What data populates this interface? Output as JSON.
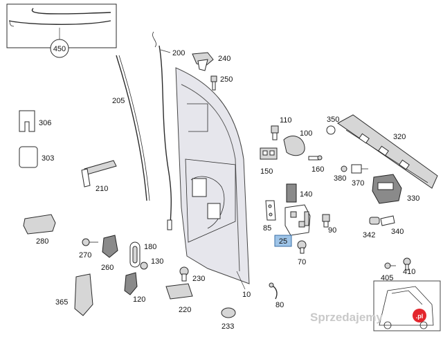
{
  "diagram": {
    "part_labels": {
      "p450": "450",
      "p200": "200",
      "p240": "240",
      "p250": "250",
      "p205": "205",
      "p306": "306",
      "p303": "303",
      "p210": "210",
      "p280": "280",
      "p110": "110",
      "p100": "100",
      "p350": "350",
      "p320": "320",
      "p150": "150",
      "p160": "160",
      "p380": "380",
      "p370": "370",
      "p330": "330",
      "p140": "140",
      "p85": "85",
      "p90": "90",
      "p25": "25",
      "p70": "70",
      "p342": "342",
      "p340": "340",
      "p270": "270",
      "p180": "180",
      "p260": "260",
      "p130": "130",
      "p230": "230",
      "p120": "120",
      "p365": "365",
      "p220": "220",
      "p10": "10",
      "p80": "80",
      "p233": "233",
      "p405": "405",
      "p410": "410"
    },
    "highlighted_part": "25",
    "highlight_color": "#9ec4e8"
  },
  "watermark": {
    "text": "Sprzedajemy",
    "suffix": ".pl",
    "badge_color": "#e3262d"
  }
}
